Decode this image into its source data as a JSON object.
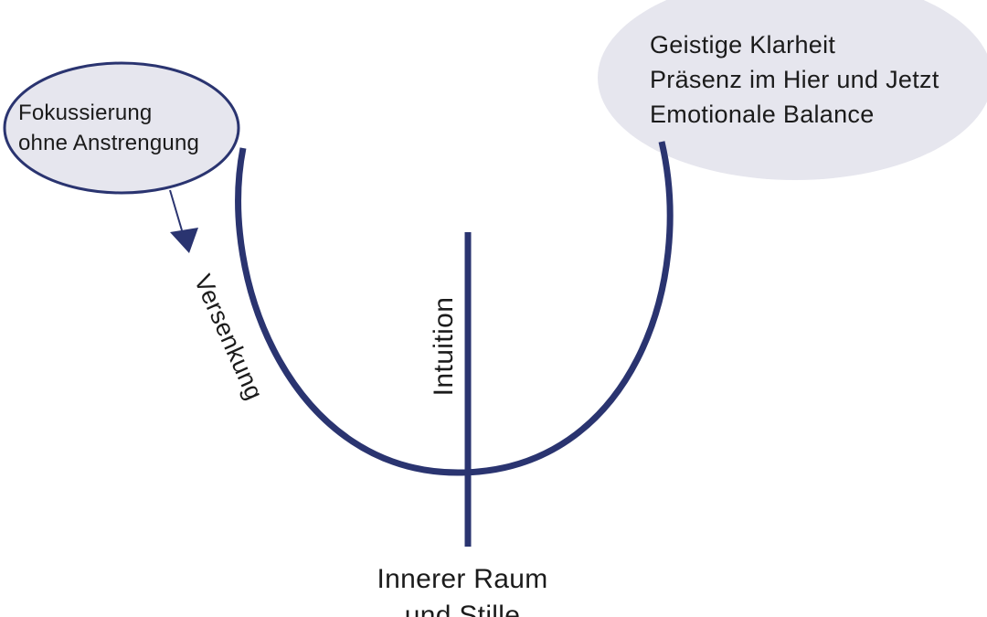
{
  "colors": {
    "navy": "#2a3470",
    "bubble_fill": "#e6e6ee",
    "text": "#1b1b1b",
    "background": "#ffffff"
  },
  "bubble_left": {
    "lines": [
      "Fokussierung",
      "ohne Anstrengung"
    ]
  },
  "bubble_right": {
    "lines": [
      "Geistige Klarheit",
      "Präsenz im Hier und Jetzt",
      "Emotionale Balance"
    ]
  },
  "curve_label": "Versenkung",
  "axis_label": "Intuition",
  "bottom_label": {
    "lines": [
      "Innerer Raum",
      "und Stille"
    ]
  },
  "icons": {
    "arrow": "arrow-down-icon"
  }
}
